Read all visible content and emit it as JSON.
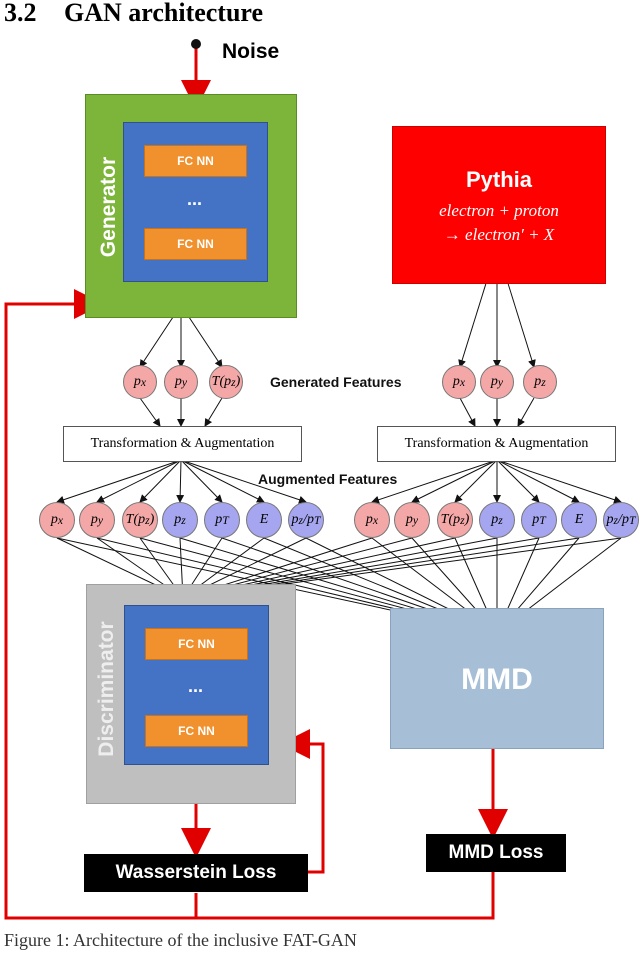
{
  "section": {
    "number": "3.2",
    "title": "GAN architecture"
  },
  "noise_label": "Noise",
  "generator": {
    "label": "Generator",
    "fc_top": "FC NN",
    "ellipsis": "...",
    "fc_bottom": "FC NN"
  },
  "pythia": {
    "title": "Pythia",
    "eq_line1": "electron + proton",
    "eq_line2": "→ electron′ + X"
  },
  "generated_features_label": "Generated Features",
  "augmented_features_label": "Augmented Features",
  "transform_label": "Transformation & Augmentation",
  "generated_nodes": [
    "p_x",
    "p_y",
    "T(p_z)"
  ],
  "pythia_nodes": [
    "p_x",
    "p_y",
    "p_z"
  ],
  "augmented_nodes_left": [
    "p_x",
    "p_y",
    "T(p_z)",
    "p_z",
    "p_T",
    "E",
    "p_z/p_T"
  ],
  "augmented_nodes_right": [
    "p_x",
    "p_y",
    "T(p_z)",
    "p_z",
    "p_T",
    "E",
    "p_z/p_T"
  ],
  "discriminator": {
    "label": "Discriminator",
    "fc_top": "FC NN",
    "ellipsis": "...",
    "fc_bottom": "FC NN"
  },
  "mmd_label": "MMD",
  "wasserstein_loss": "Wasserstein Loss",
  "mmd_loss": "MMD Loss",
  "caption": "Figure 1: Architecture of the inclusive FAT-GAN",
  "colors": {
    "generator": "#7cb53a",
    "network": "#4472c4",
    "fc": "#f0912e",
    "pythia": "#ff0000",
    "discriminator": "#bfbfbf",
    "mmd": "#a6bfd6",
    "raw_node": "#f4a7a7",
    "derived_node": "#a6a6f0",
    "loss_arrow": "#e00000"
  }
}
